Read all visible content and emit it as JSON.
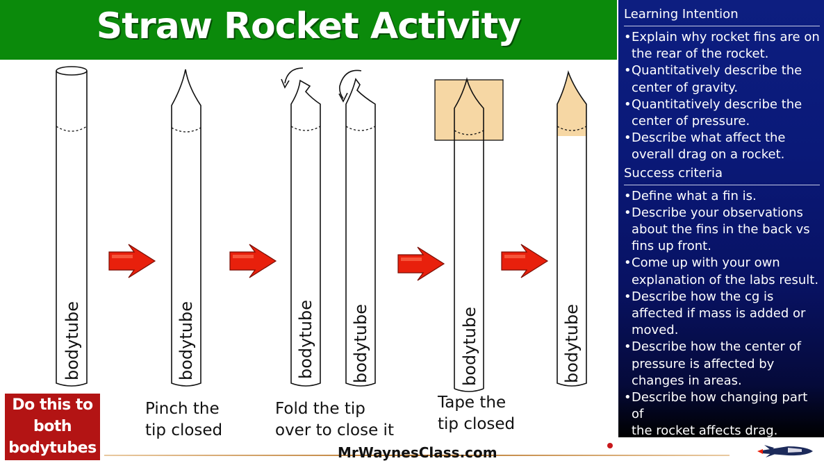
{
  "title": "Straw Rocket Activity",
  "tube_label": "bodytube",
  "captions": {
    "pinch": [
      "Pinch the",
      "tip closed"
    ],
    "fold": [
      "Fold the tip",
      "over to close it"
    ],
    "tape": [
      "Tape the",
      "tip closed"
    ]
  },
  "note": [
    "Do this to",
    "both",
    "bodytubes"
  ],
  "panel": {
    "learning_heading": "Learning Intention",
    "learning_items": [
      "Explain why rocket fins are on\nthe rear of the rocket.",
      "Quantitatively describe the\ncenter of gravity.",
      "Quantitatively describe the\ncenter of pressure.",
      "Describe what affect the\noverall drag on a rocket."
    ],
    "success_heading": "Success criteria",
    "success_items": [
      "Define what a fin is.",
      "Describe your observations\nabout the fins in the back vs\nfins up front.",
      "Come up with your own\nexplanation of the labs result.",
      "Describe how the cg is\naffected if mass is added or\nmoved.",
      "Describe how the center of\npressure is affected  by\nchanges in areas.",
      "Describe how changing part of\nthe rocket affects drag."
    ]
  },
  "footer": {
    "site": "MrWaynesClass.com"
  },
  "colors": {
    "banner": "#0b8a0b",
    "arrow": "#e8200c",
    "tape": "#f6d7a4",
    "note_bg": "#b31414",
    "panel": "#0a1978"
  }
}
